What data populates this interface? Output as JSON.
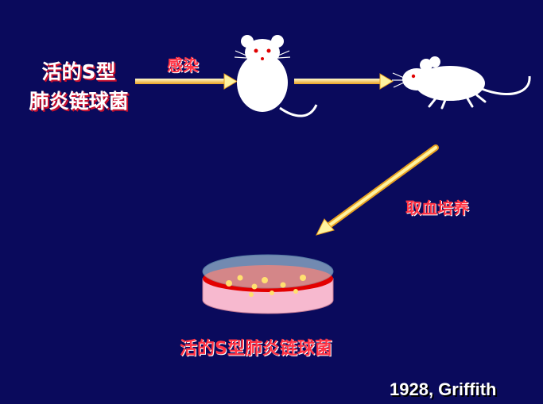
{
  "source_label": [
    "活的S型",
    "肺炎链球菌"
  ],
  "step1_label": "感染",
  "step2_label": "取血培养",
  "result_label": "活的S型肺炎链球菌",
  "credit": "1928, Griffith",
  "colors": {
    "background": "#0a0a5c",
    "arrow_fill": "#fff3a0",
    "arrow_edge": "#e8a020",
    "text_red": "#c8102e",
    "dish_rim": "#c8f4f8",
    "dish_base": "#f7b9cf",
    "agar": "#e30000",
    "colony": "#ffe070"
  },
  "icons": [
    "live-mouse-icon",
    "dead-mouse-icon",
    "petri-dish-icon"
  ]
}
